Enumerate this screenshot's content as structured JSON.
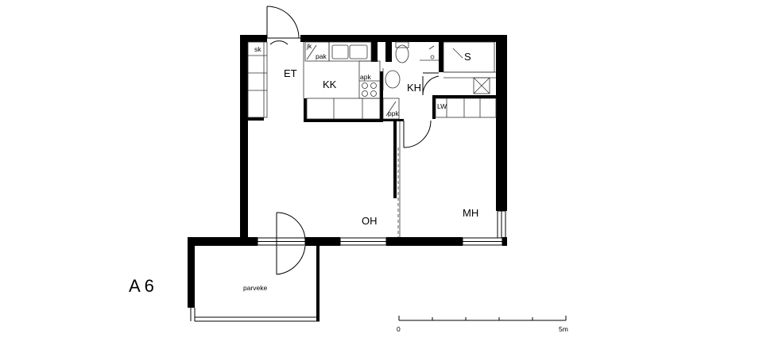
{
  "plan": {
    "apartment_label": "A 6",
    "rooms": {
      "entrance": "ET",
      "kitchen": "KK",
      "bathroom": "KH",
      "sauna": "S",
      "living_room": "OH",
      "bedroom": "MH",
      "balcony": "parveke"
    },
    "fixtures": {
      "wardrobe": "sk",
      "fridge": "jk",
      "freezer": "pak",
      "dishwasher": "apk",
      "washing_machine": "ppk",
      "linen_closet": "LW"
    },
    "scale": {
      "start_label": "0",
      "end_label": "5m"
    },
    "colors": {
      "wall": "#000000",
      "thin_line": "#333333",
      "background": "#ffffff"
    }
  }
}
